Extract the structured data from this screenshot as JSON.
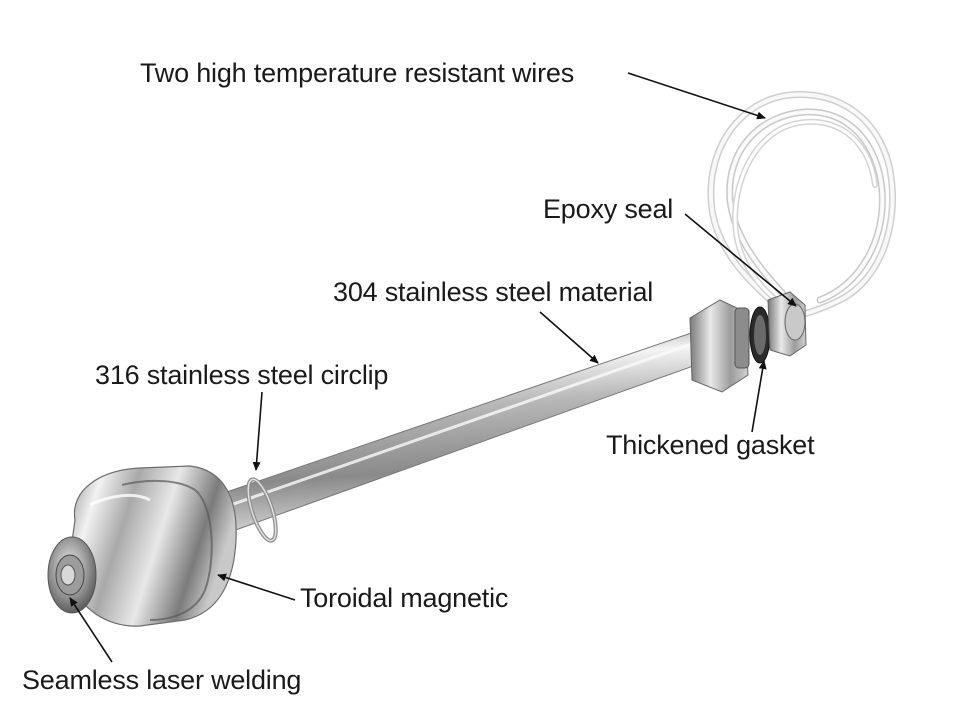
{
  "labels": {
    "wires": "Two high temperature resistant wires",
    "epoxy_seal": "Epoxy seal",
    "steel_material": "304 stainless steel material",
    "circlip": "316 stainless steel circlip",
    "gasket": "Thickened gasket",
    "magnetic": "Toroidal magnetic",
    "welding": "Seamless laser welding"
  }
}
